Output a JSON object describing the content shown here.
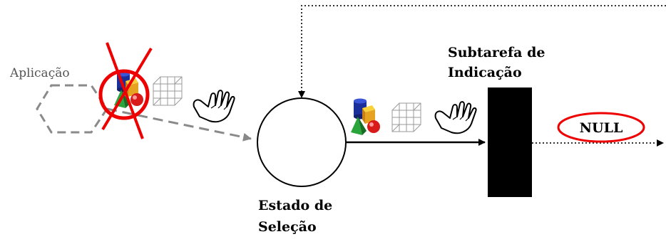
{
  "labels": {
    "application": "Aplicação",
    "state_line1": "Estado de",
    "state_line2": "Seleção",
    "subtask_line1": "Subtarefa de",
    "subtask_line2": "Indicação",
    "null_output": "NULL"
  },
  "icons": {
    "objects": "3d-objects-icon",
    "wireframe": "wireframe-cube-icon",
    "hand": "pointing-hand-icon",
    "cross": "red-x-icon"
  },
  "colors": {
    "cross": "#ee0000",
    "dashed_path": "#8a8a8a",
    "dotted_path": "#333333",
    "subtask_block": "#000000"
  }
}
